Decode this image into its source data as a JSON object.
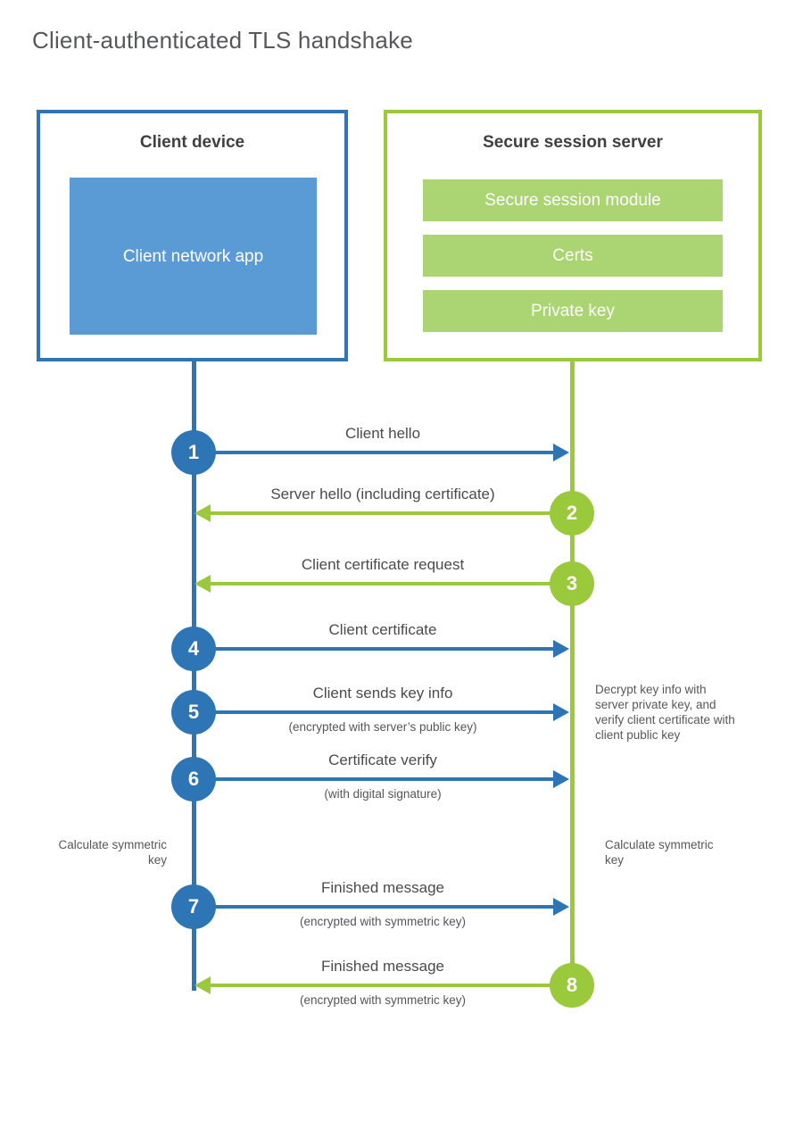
{
  "title": "Client-authenticated TLS handshake",
  "colors": {
    "blue_accent": "#2E75B6",
    "blue_fill": "#5B9BD5",
    "green_accent": "#9ACA3C",
    "green_fill": "#ABD573"
  },
  "client": {
    "heading": "Client device",
    "app_label": "Client network app"
  },
  "server": {
    "heading": "Secure session server",
    "modules": [
      "Secure session module",
      "Certs",
      "Private key"
    ]
  },
  "messages": [
    {
      "num": "1",
      "label": "Client hello",
      "from": "client"
    },
    {
      "num": "2",
      "label": "Server hello (including certificate)",
      "from": "server"
    },
    {
      "num": "3",
      "label": "Client certificate request",
      "from": "server"
    },
    {
      "num": "4",
      "label": "Client certificate",
      "from": "client"
    },
    {
      "num": "5",
      "label": "Client sends key info",
      "sub": "(encrypted with server’s public key)",
      "from": "client"
    },
    {
      "num": "6",
      "label": "Certificate verify",
      "sub": "(with digital signature)",
      "from": "client"
    },
    {
      "num": "7",
      "label": "Finished message",
      "sub": "(encrypted with symmetric key)",
      "from": "client"
    },
    {
      "num": "8",
      "label": "Finished message",
      "sub": "(encrypted with symmetric key)",
      "from": "server"
    }
  ],
  "annotations": {
    "decrypt_note": "Decrypt key info with server private key, and verify client certificate with client public key",
    "calc_left": "Calculate symmetric key",
    "calc_right": "Calculate symmetric key"
  }
}
